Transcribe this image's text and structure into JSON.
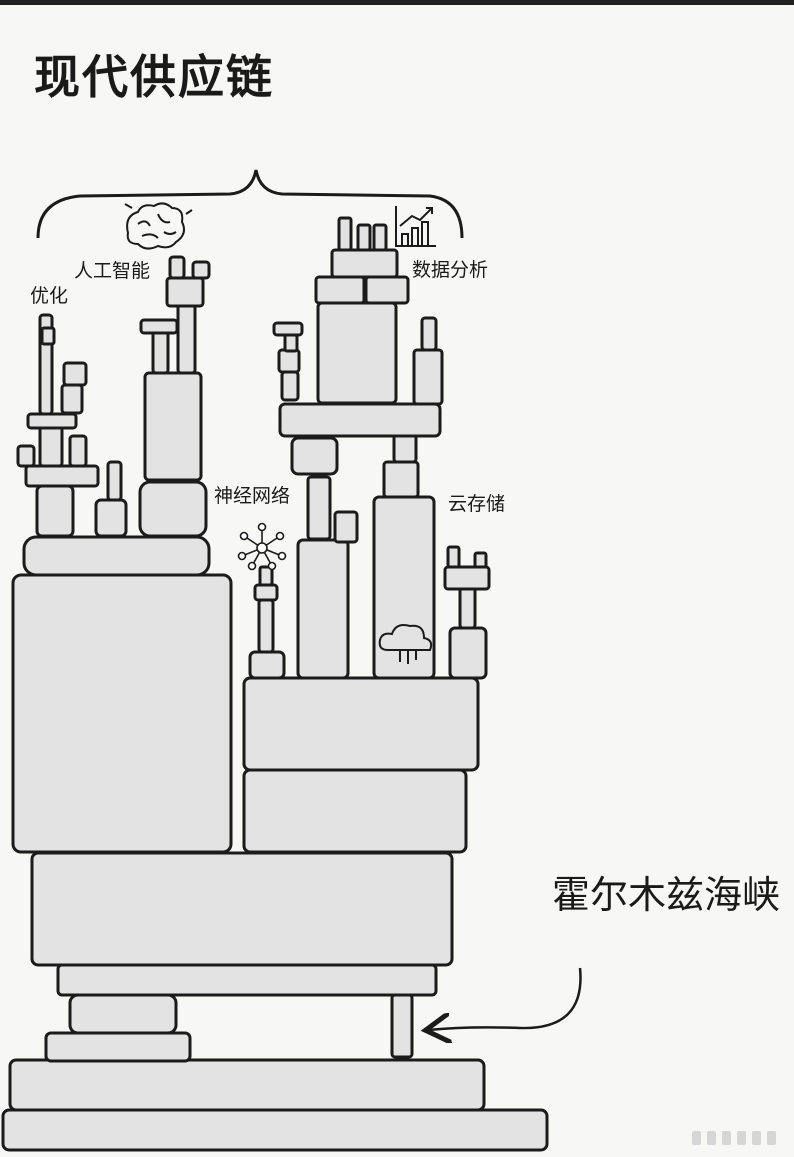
{
  "title": "现代供应链",
  "labels": {
    "optimization": "优化",
    "ai": "人工智能",
    "data_analysis": "数据分析",
    "neural_network": "神经网络",
    "cloud_storage": "云存储",
    "strait": "霍尔木兹海峡"
  },
  "colors": {
    "block_fill": "#e3e3e3",
    "outline": "#1b1b1b",
    "background": "#f7f7f5"
  },
  "icons": [
    "brain-icon",
    "bar-chart-icon",
    "neural-network-icon",
    "cloud-icon",
    "curved-arrow-icon"
  ]
}
